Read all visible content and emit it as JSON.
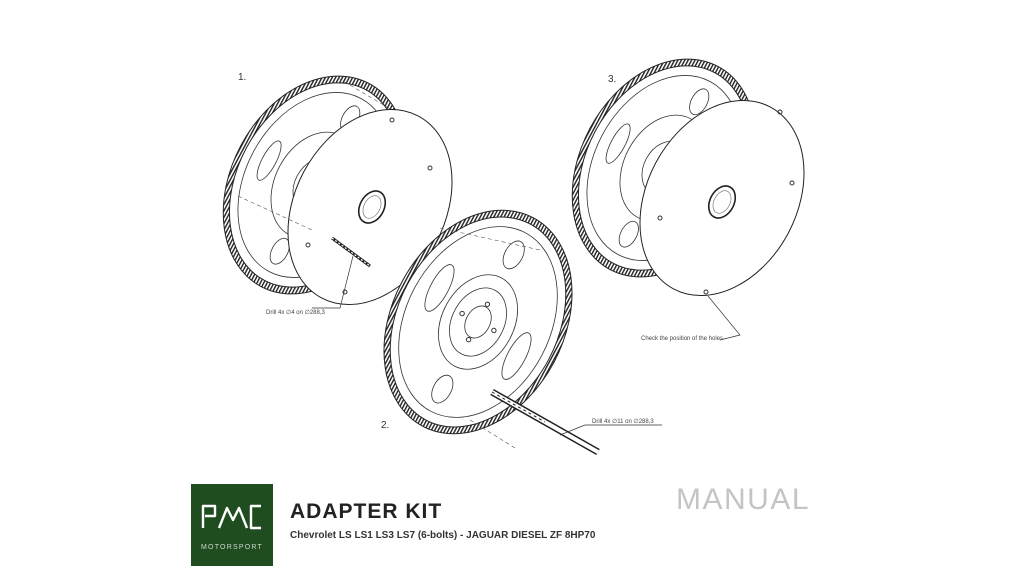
{
  "steps": [
    {
      "number": "1."
    },
    {
      "number": "2."
    },
    {
      "number": "3."
    }
  ],
  "notes": {
    "drill_small": "Drill 4x ∅4 on ∅288,3",
    "drill_large": "Drill 4x ∅11 on ∅288,3",
    "check_holes": "Check the position of the holes"
  },
  "brand": {
    "logo_text": "MOTORSPORT",
    "color": "#1f4d1f"
  },
  "footer": {
    "title": "ADAPTER KIT",
    "subtitle": "Chevrolet LS LS1 LS3 LS7 (6-bolts) - JAGUAR DIESEL ZF 8HP70",
    "badge": "MANUAL"
  }
}
